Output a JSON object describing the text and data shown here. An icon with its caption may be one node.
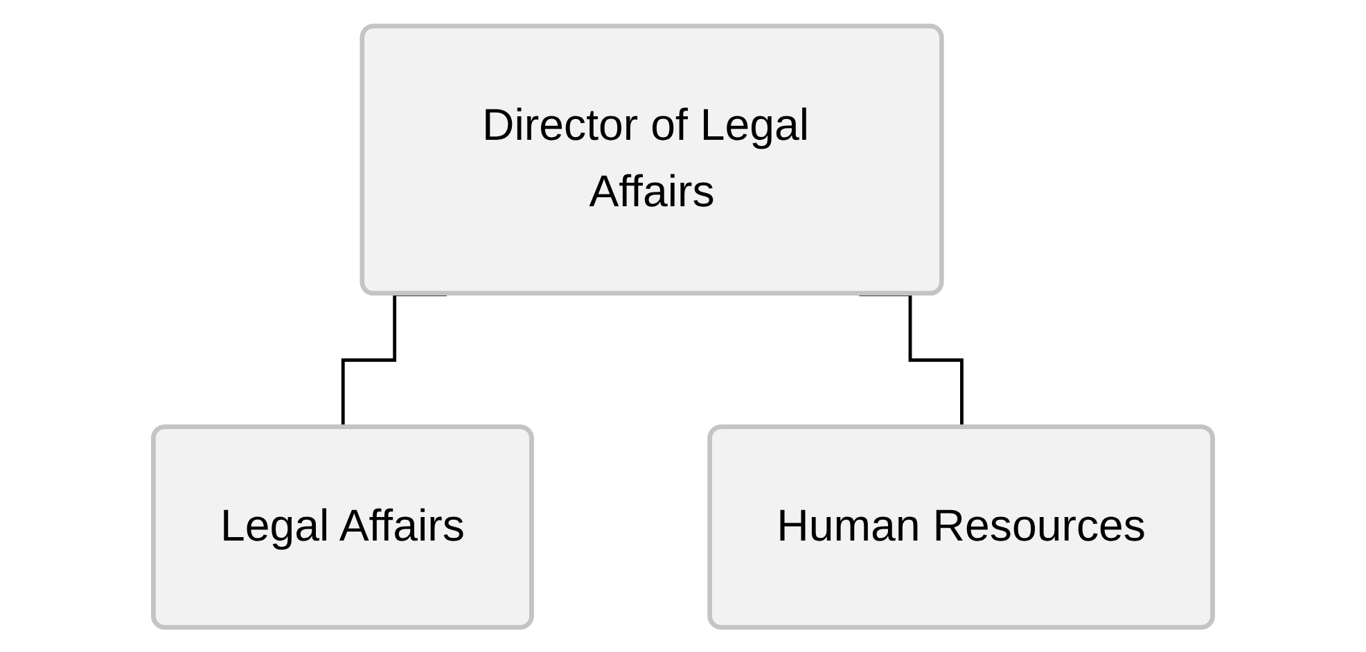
{
  "diagram": {
    "nodes": [
      {
        "text": [
          "Director of Legal Affairs"
        ]
      },
      {
        "text": [
          "Legal Affairs"
        ]
      },
      {
        "text": [
          "Human Resources"
        ]
      }
    ],
    "edges": [
      {
        "from": 0,
        "to": 1,
        "arrow": "none"
      },
      {
        "from": 0,
        "to": 2,
        "arrow": "none"
      }
    ]
  }
}
